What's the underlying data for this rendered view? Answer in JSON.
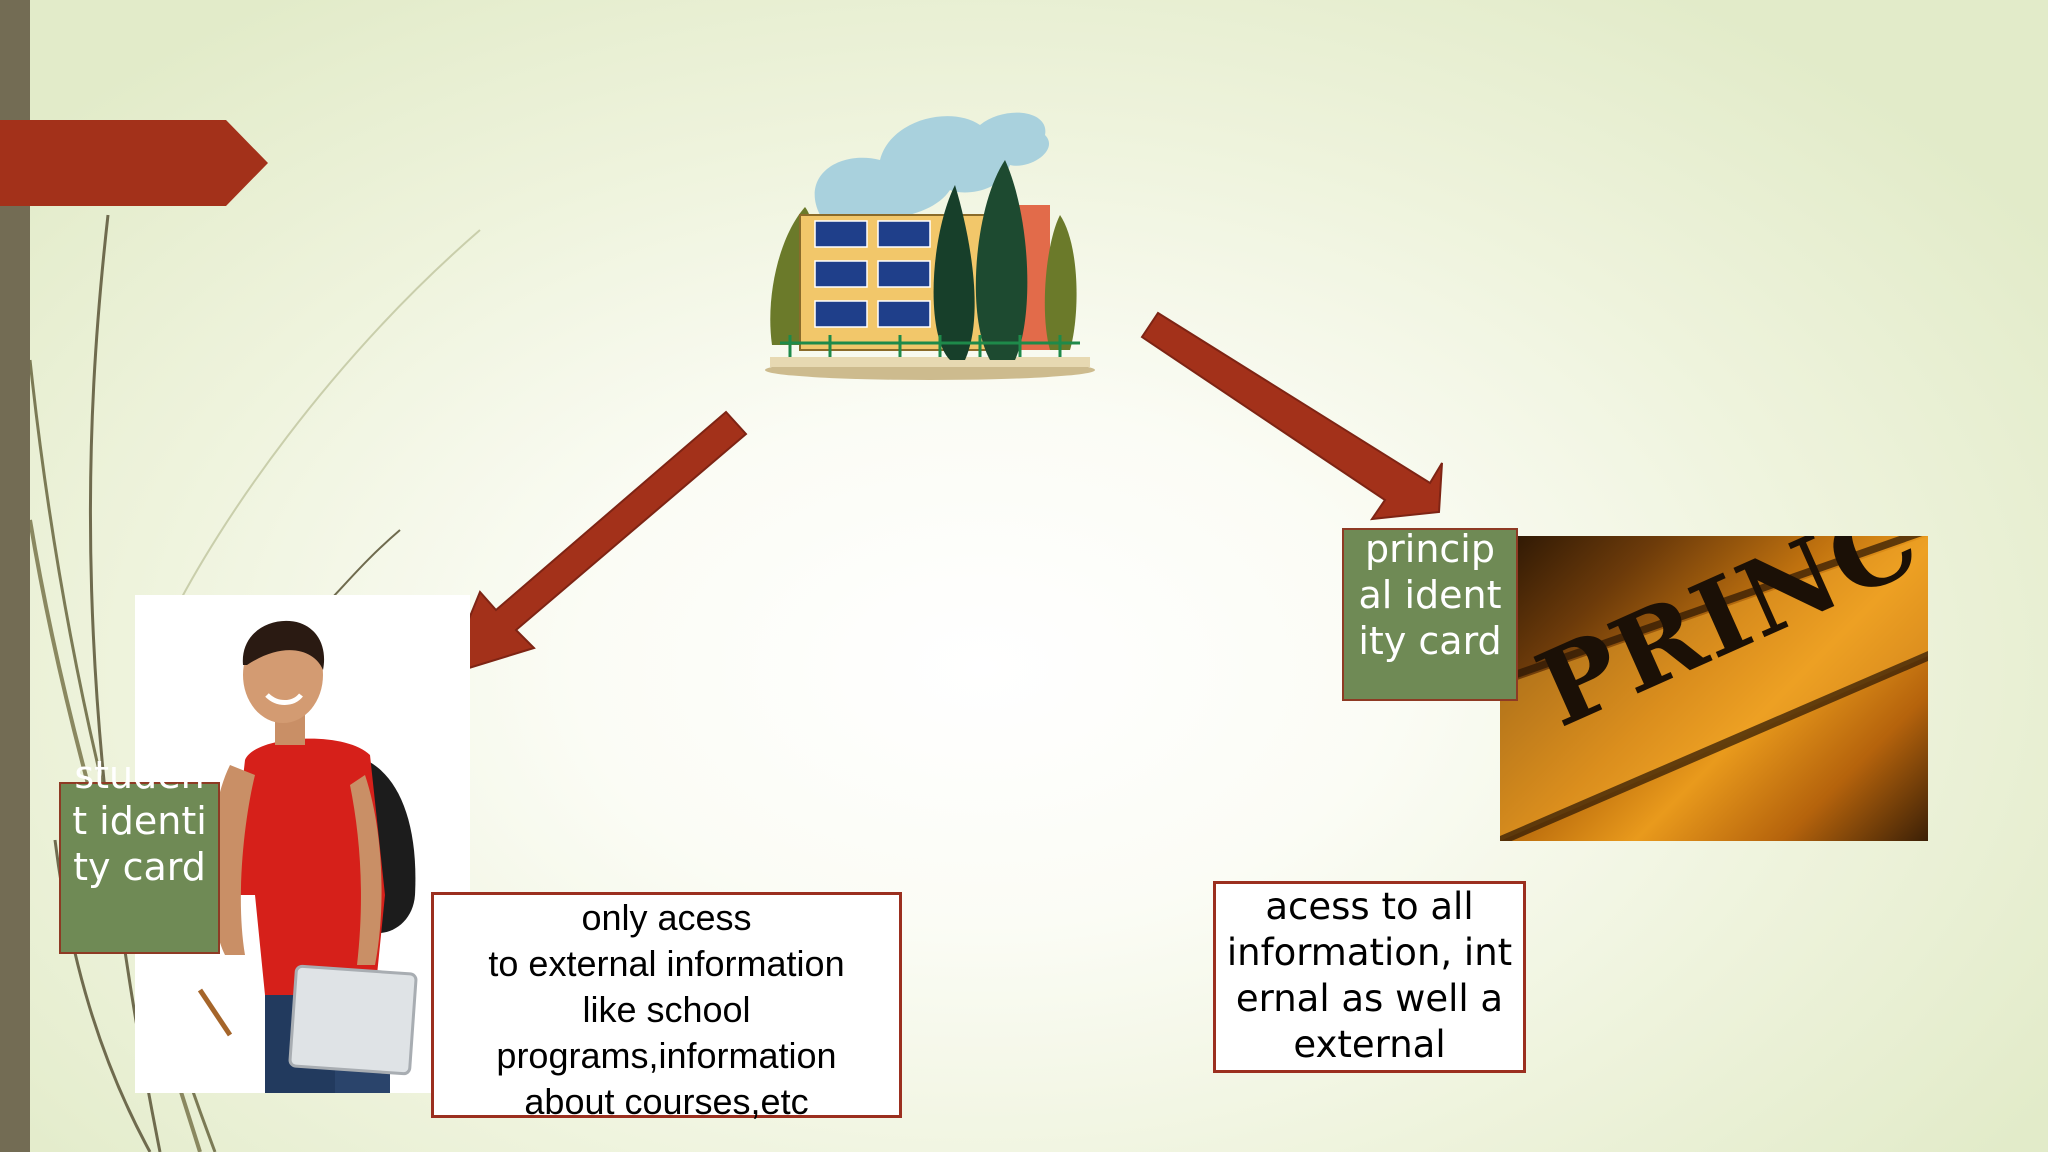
{
  "slide": {
    "colors": {
      "accent": "#a3311a",
      "label_green": "#6f8a55",
      "left_bar": "#736c54",
      "background": "#eef3dc"
    }
  },
  "decorations": {
    "title_banner": "chevron-banner",
    "school_image": "school-building-icon",
    "student_image": "student-with-backpack-photo",
    "principal_image": "principal-nameplate-photo"
  },
  "labels": {
    "student_identity_card": "student identity card",
    "principal_identity_card": "principal identity card",
    "principal_nameplate_text": "PRINCIPAL"
  },
  "text_boxes": {
    "student_access": [
      "only acess",
      "to external information",
      "like school",
      "programs,information",
      "about courses,etc"
    ],
    "principal_access": [
      "acess to all",
      "information, int",
      "ernal as well a",
      "external"
    ]
  }
}
